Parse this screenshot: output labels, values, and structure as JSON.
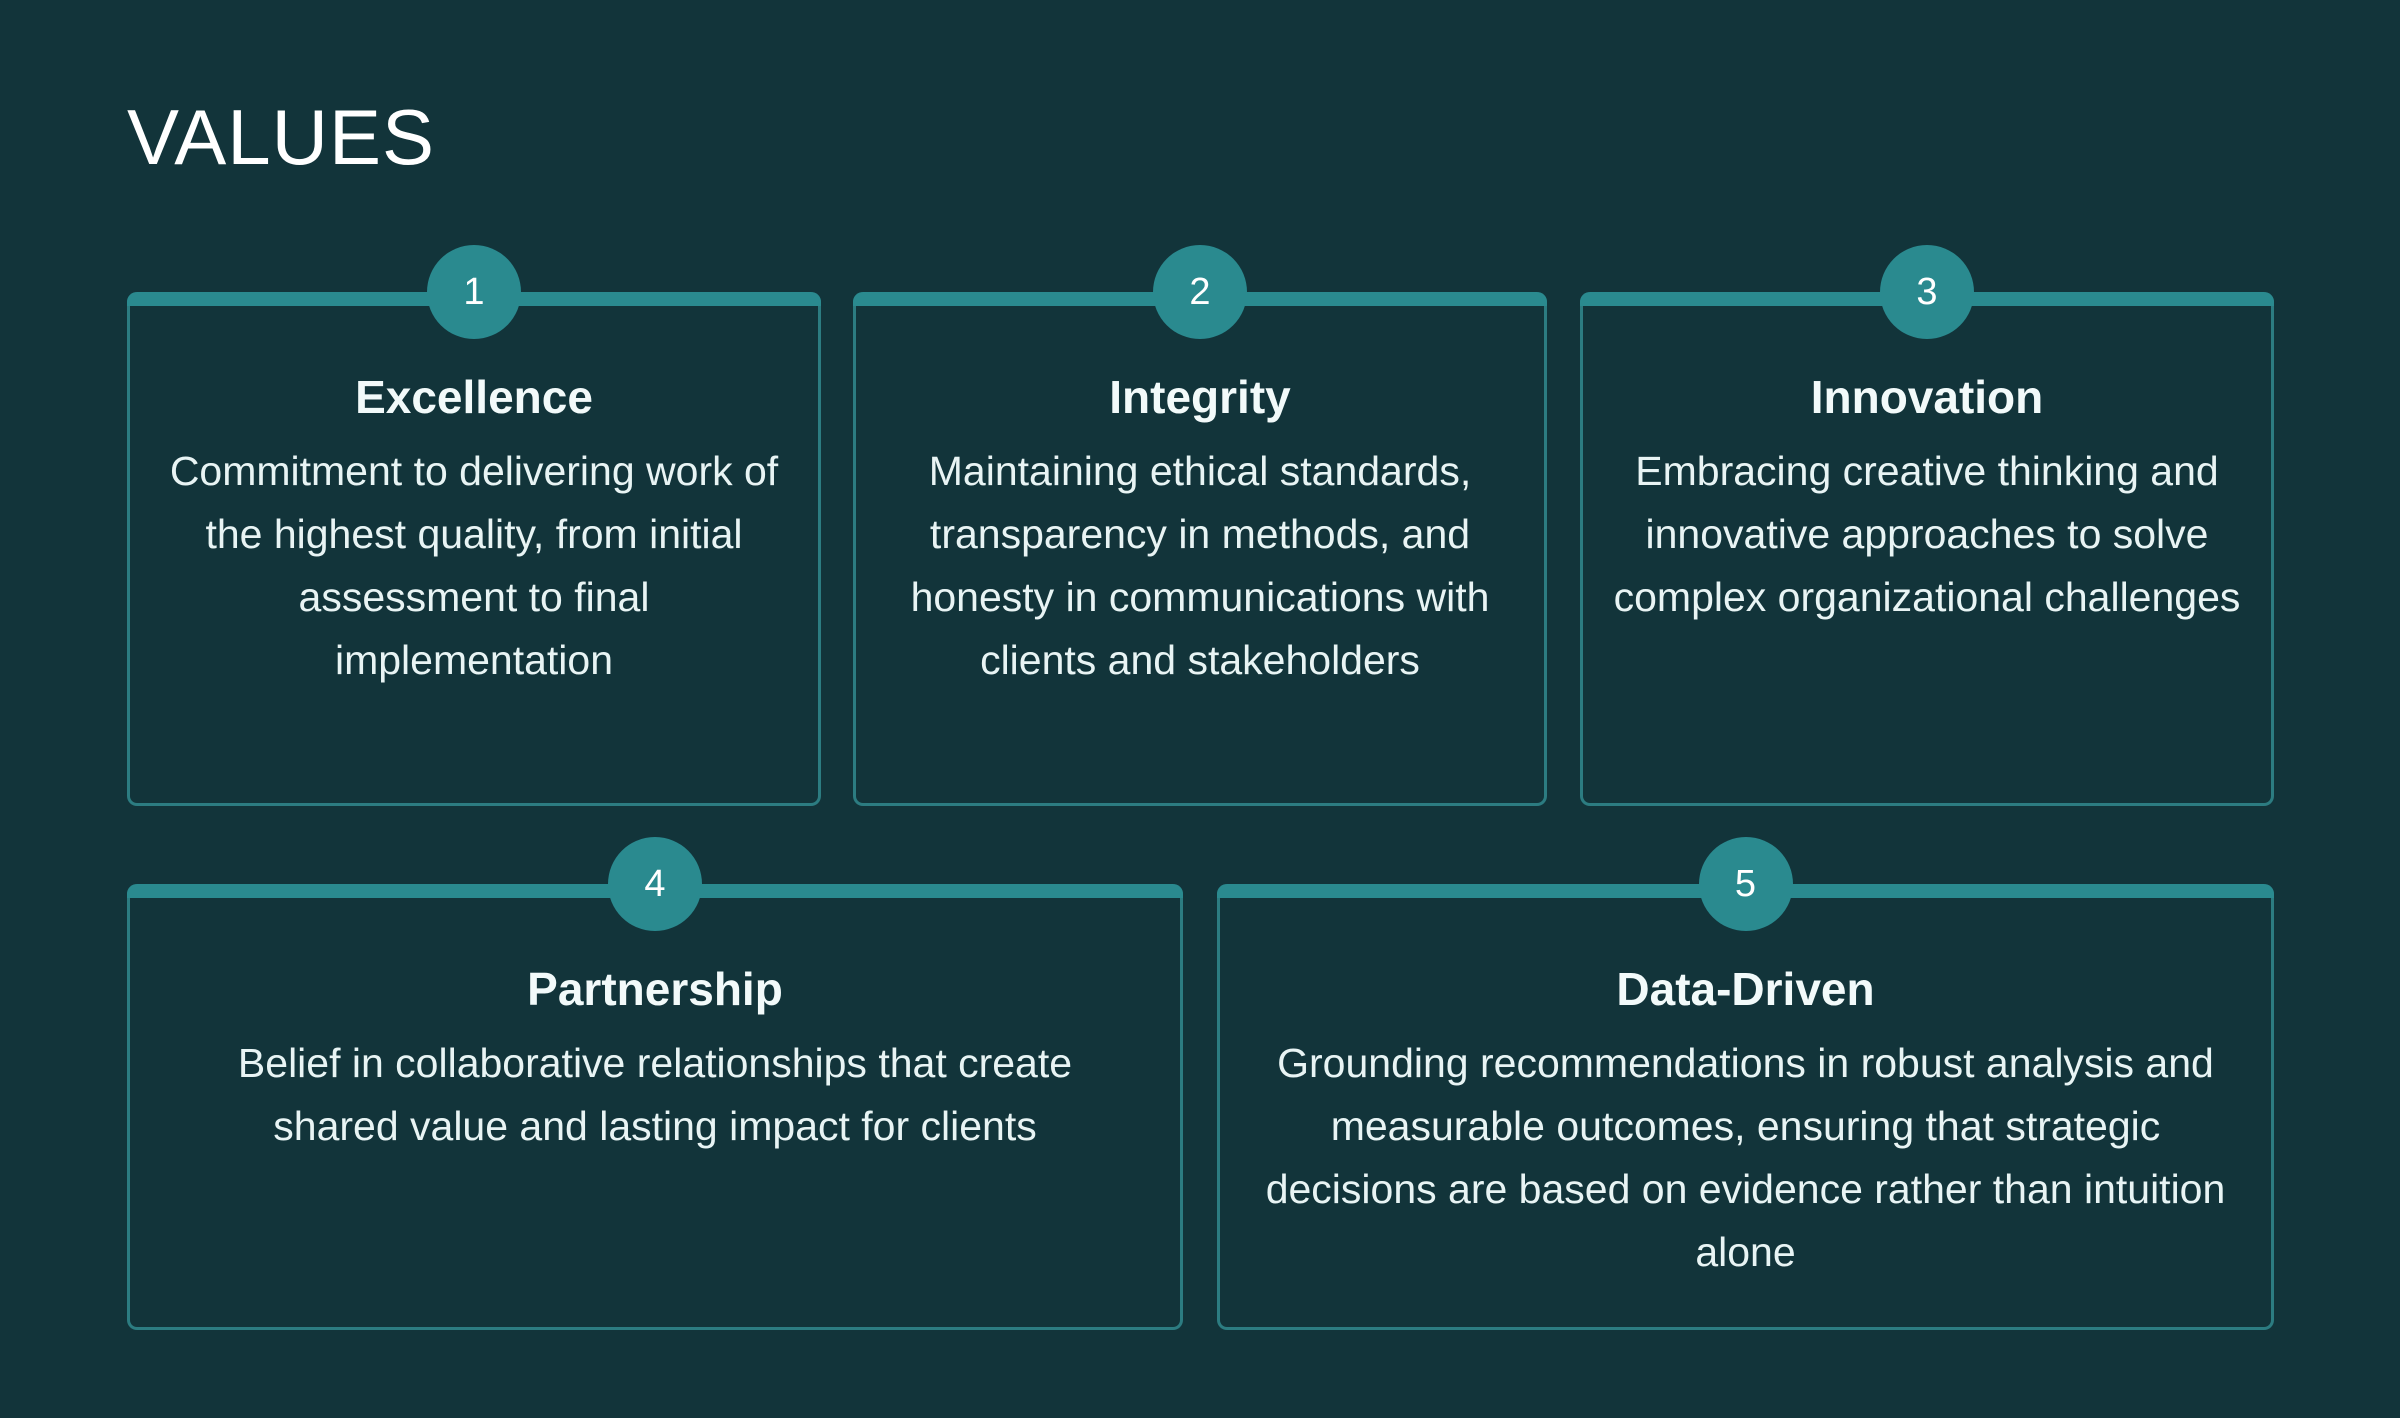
{
  "title": "VALUES",
  "colors": {
    "background": "#12343a",
    "accent": "#2a8a8f",
    "border": "#2c7c81"
  },
  "values": [
    {
      "number": "1",
      "title": "Excellence",
      "description": "Commitment to delivering work of the highest quality, from initial assessment to final implementation"
    },
    {
      "number": "2",
      "title": "Integrity",
      "description": "Maintaining ethical standards, transparency in methods, and honesty in communications with clients and stakeholders"
    },
    {
      "number": "3",
      "title": "Innovation",
      "description": "Embracing creative thinking and innovative approaches to solve complex organizational challenges"
    },
    {
      "number": "4",
      "title": "Partnership",
      "description": "Belief in collaborative relationships that create shared value and lasting impact for clients"
    },
    {
      "number": "5",
      "title": "Data-Driven",
      "description": "Grounding recommendations in robust analysis and measurable outcomes, ensuring that strategic decisions are based on evidence rather than intuition alone"
    }
  ]
}
